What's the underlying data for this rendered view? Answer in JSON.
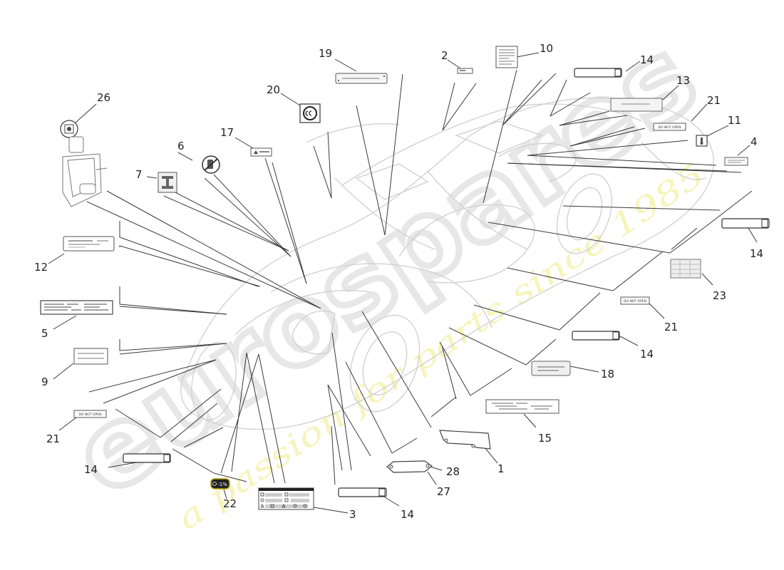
{
  "diagram": {
    "watermark": {
      "logo": "eurospares",
      "tagline": "a passion for parts since 1985"
    },
    "sticker_text": {
      "do_not_open": "DO NOT OPEN",
      "lower_badge": "-1%"
    },
    "callouts": {
      "c1": "1",
      "c2": "2",
      "c3": "3",
      "c4": "4",
      "c5": "5",
      "c6": "6",
      "c7": "7",
      "c9": "9",
      "c10": "10",
      "c11": "11",
      "c12": "12",
      "c13": "13",
      "c14a": "14",
      "c14b": "14",
      "c14c": "14",
      "c14d": "14",
      "c14e": "14",
      "c15": "15",
      "c17": "17",
      "c18": "18",
      "c19": "19",
      "c20": "20",
      "c21a": "21",
      "c21b": "21",
      "c21c": "21",
      "c22": "22",
      "c23": "23",
      "c26": "26",
      "c27": "27",
      "c28": "28"
    },
    "colors": {
      "line": "#3a3a3a",
      "car_outline": "#d4d4d4",
      "watermark": "#e6e6e6",
      "tagline": "#f2ee9a"
    }
  }
}
